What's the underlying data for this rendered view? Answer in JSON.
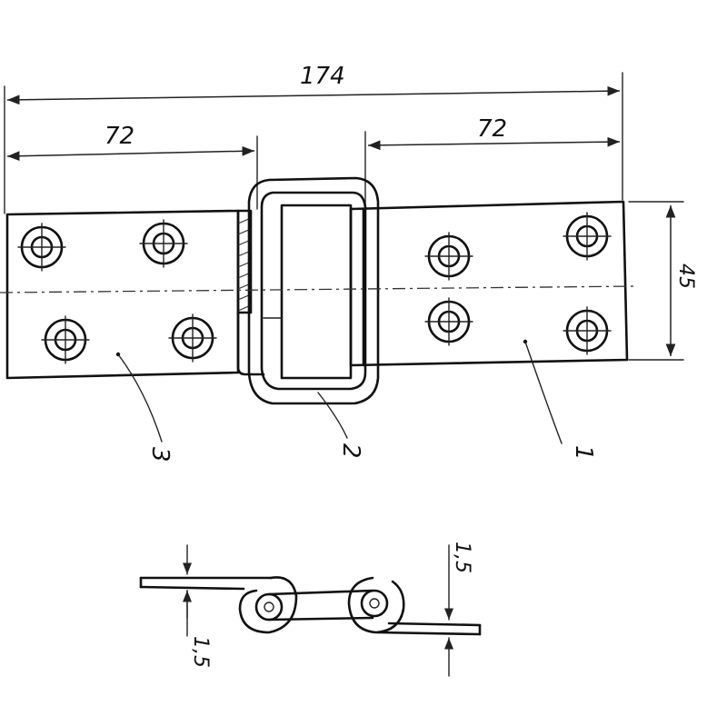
{
  "drawing": {
    "dimensions": {
      "overall_length": "174",
      "left_leaf_length": "72",
      "right_leaf_length": "72",
      "leaf_width": "45",
      "thickness_top": "1,5",
      "thickness_bottom": "1,5"
    },
    "callouts": {
      "part_1": "1",
      "part_2": "2",
      "part_3": "3"
    },
    "colors": {
      "ink": "#111111",
      "paper": "#ffffff"
    }
  }
}
